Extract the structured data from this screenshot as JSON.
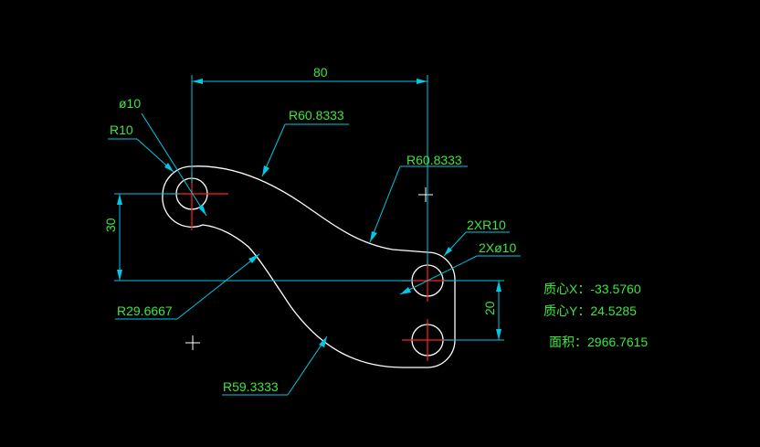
{
  "colors": {
    "background": "#000000",
    "geometry": "#ffffff",
    "dimension_lines": "#00c8e6",
    "dimension_text": "#3ce63c",
    "center_marks": "#ff2020"
  },
  "dimensions": {
    "horizontal_distance": "80",
    "hole_left_diameter": "ø10",
    "left_end_radius": "R10",
    "upper_arc_left": "R60.8333",
    "upper_arc_right": "R60.8333",
    "right_end_radius": "2XR10",
    "right_holes_diameter": "2Xø10",
    "vertical_left": "30",
    "lower_inner_arc": "R29.6667",
    "vertical_right": "20",
    "lower_outer_arc": "R59.3333"
  },
  "properties": {
    "centroid_x": "质心X：-33.5760",
    "centroid_y": "质心Y：24.5285",
    "area": "面积：2966.7615"
  }
}
